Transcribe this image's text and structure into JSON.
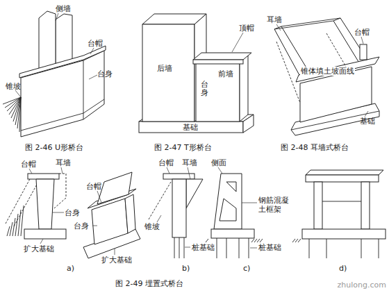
{
  "diagram": {
    "labels": [
      "侧墙",
      "台帽",
      "台身",
      "锥坡",
      "图 2-46 U形桥台",
      "顶帽",
      "后墙",
      "前墙",
      "台身",
      "基础",
      "图 2-47 T形桥台",
      "耳墙",
      "台帽",
      "锥体填土坡面线",
      "基础",
      "图 2-48 耳墙式桥台",
      "台帽",
      "耳墙",
      "台身",
      "扩大基础",
      "台帽",
      "台身",
      "扩大基础",
      "a)",
      "台帽",
      "耳墙",
      "锥坡",
      "桩基础",
      "b)",
      "侧面",
      "钢筋混凝土框架",
      "桩基础",
      "c)",
      "d)",
      "图 2-49 埋置式桥台",
      "zhulong.com"
    ]
  }
}
